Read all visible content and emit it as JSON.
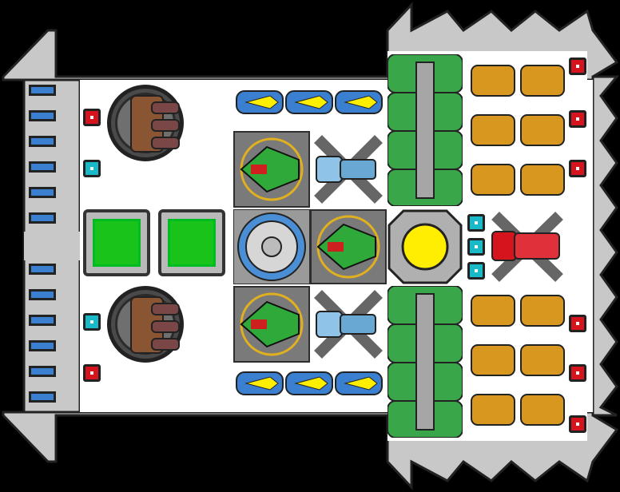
{
  "scene": {
    "hull_color": "#c8c8c8",
    "hull_edge": "#222222",
    "deck_color": "#ffffff",
    "accent_red": "#d5141d",
    "accent_cyan": "#1ab9c8",
    "accent_green": "#19c31a",
    "accent_yellow": "#ffee00"
  },
  "modules": {
    "left_pods": {
      "count_top": 6,
      "count_bottom": 6,
      "color": "#3a7fd0"
    },
    "indicators": [
      {
        "kind": "red",
        "icon": "red-indicator-icon"
      },
      {
        "kind": "cyan",
        "icon": "cyan-indicator-icon"
      },
      {
        "kind": "cyan",
        "icon": "cyan-indicator-icon"
      },
      {
        "kind": "red",
        "icon": "red-indicator-icon"
      }
    ],
    "right_indicators": [
      "red",
      "red",
      "red",
      "red",
      "red",
      "red"
    ],
    "reactor_indicators": [
      "cyan",
      "cyan",
      "cyan"
    ],
    "core_color": "#ffee00",
    "crystal_color": "#d5141d",
    "tank_color": "#3aa64a",
    "gun_color": "#d89820"
  }
}
